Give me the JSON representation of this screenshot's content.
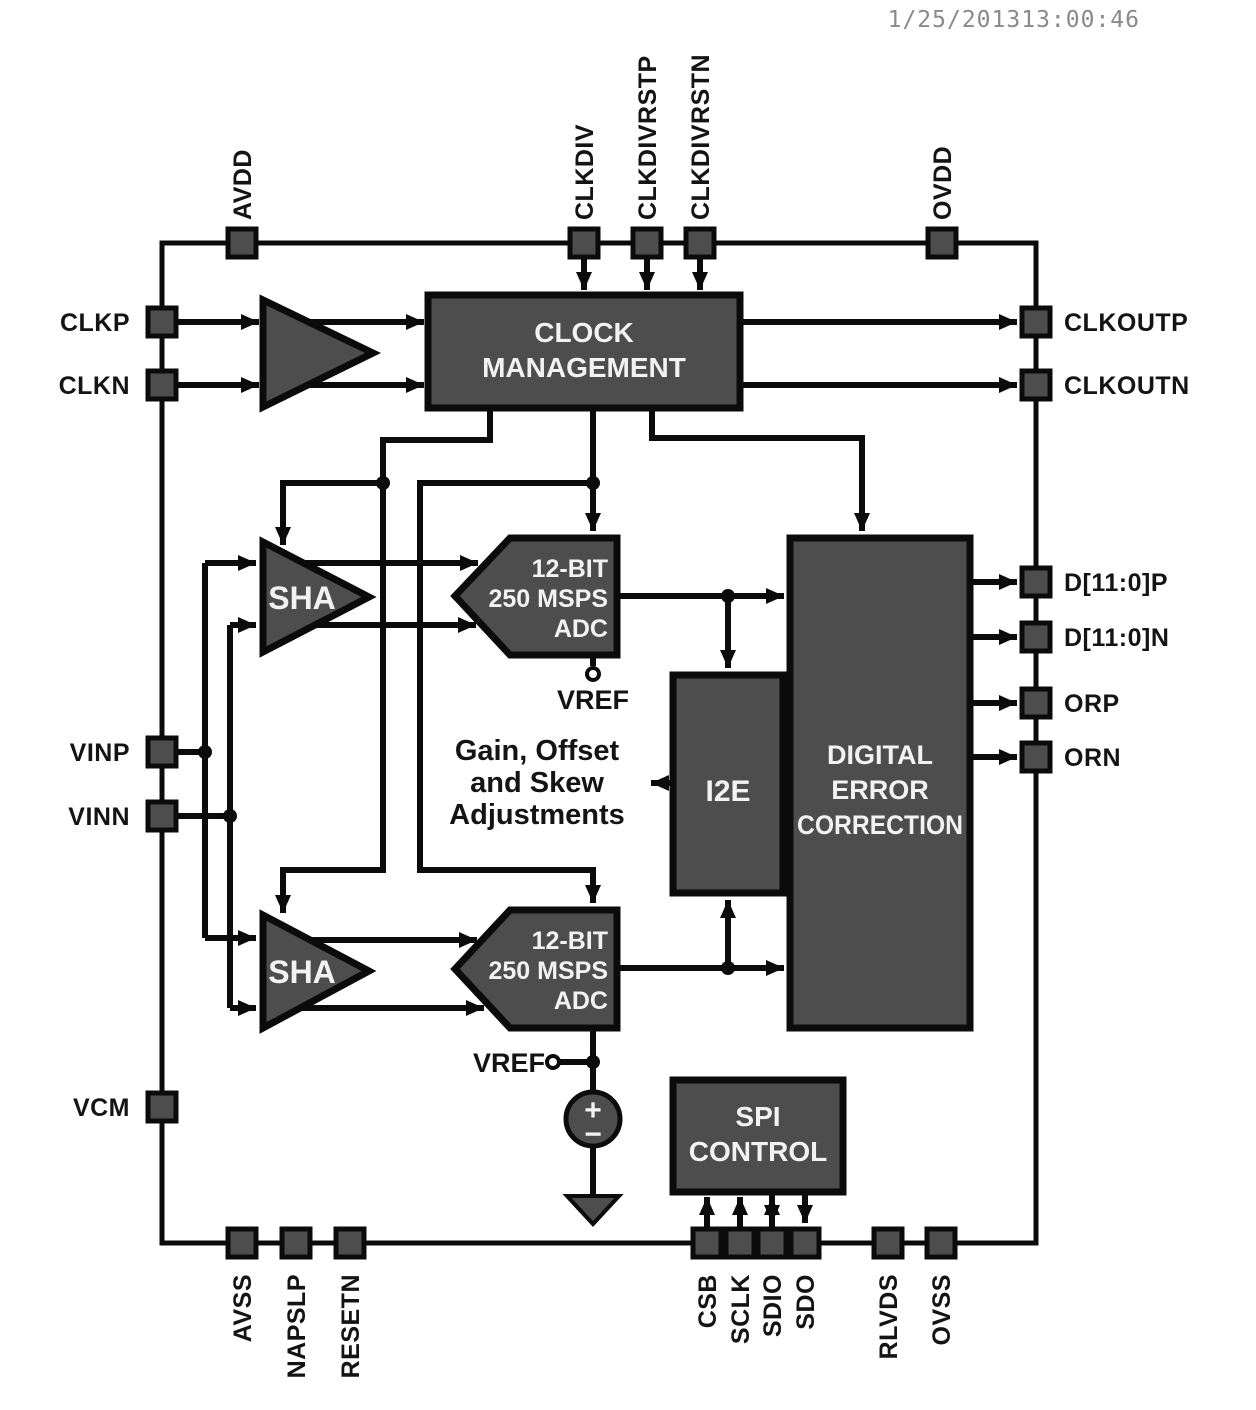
{
  "timestamp": "1/25/201313:00:46",
  "colors": {
    "block_fill": "#4d4d4d",
    "line": "#0b0b0b",
    "bg": "#ffffff",
    "block_text": "#f2f2f2",
    "label_text": "#141414",
    "timestamp_text": "#8a8a8a"
  },
  "pins": {
    "top": [
      "AVDD",
      "CLKDIV",
      "CLKDIVRSTP",
      "CLKDIVRSTN",
      "OVDD"
    ],
    "left": [
      "CLKP",
      "CLKN",
      "VINP",
      "VINN",
      "VCM"
    ],
    "right": [
      "CLKOUTP",
      "CLKOUTN",
      "D[11:0]P",
      "D[11:0]N",
      "ORP",
      "ORN"
    ],
    "bottom": [
      "AVSS",
      "NAPSLP",
      "RESETN",
      "CSB",
      "SCLK",
      "SDIO",
      "SDO",
      "RLVDS",
      "OVSS"
    ]
  },
  "blocks": {
    "clock_management": {
      "line1": "CLOCK",
      "line2": "MANAGEMENT"
    },
    "sha_top": "SHA",
    "sha_bottom": "SHA",
    "adc_top": {
      "line1": "12-BIT",
      "line2": "250 MSPS",
      "line3": "ADC"
    },
    "adc_bottom": {
      "line1": "12-BIT",
      "line2": "250 MSPS",
      "line3": "ADC"
    },
    "i2e": "I2E",
    "digital_error_correction": {
      "line1": "DIGITAL",
      "line2": "ERROR",
      "line3": "CORRECTION"
    },
    "spi_control": {
      "line1": "SPI",
      "line2": "CONTROL"
    }
  },
  "annotations": {
    "vref_top": "VREF",
    "vref_bottom": "VREF",
    "adjustments": {
      "line1": "Gain, Offset",
      "line2": "and Skew",
      "line3": "Adjustments"
    },
    "vsource_plus": "+",
    "vsource_minus": "−"
  }
}
